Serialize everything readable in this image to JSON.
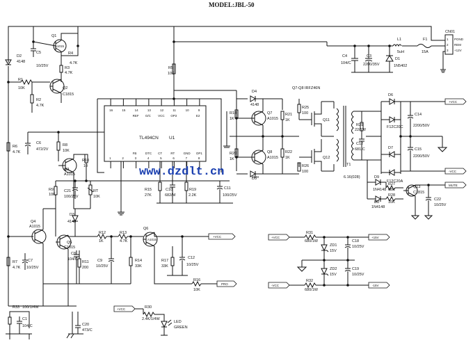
{
  "title": "MODEL:JBL-50",
  "watermark": "www.dzdlt.cn",
  "ic": {
    "name": "TL494CN",
    "ref": "U1"
  },
  "pins_top": [
    "16",
    "15",
    "14",
    "13",
    "12",
    "11",
    "10",
    "9"
  ],
  "pins_top_names": [
    "",
    "",
    "REF",
    "O/C",
    "VCC",
    "OP2",
    "",
    "E2"
  ],
  "pins_bot": [
    "1",
    "2",
    "3",
    "4",
    "5",
    "6",
    "7",
    "8"
  ],
  "pins_bot_names": [
    "",
    "",
    "FB",
    "DTC",
    "CT",
    "RT",
    "GND",
    "OP1"
  ],
  "connector": {
    "ref": "CN01",
    "pins": [
      "1",
      "2",
      "3"
    ],
    "labels": [
      "POND",
      "REM",
      "+12V"
    ]
  },
  "note_q7q8": "Q7-Q8 IRFZ46N",
  "labels": {
    "q1": "Q1",
    "q1v": "A1015",
    "c5": "C5",
    "c5v": "10/25V",
    "r3": "R3",
    "r3v": "4.7K",
    "r4": "R4",
    "r4v": "4.7K",
    "d2": "D2",
    "d2v": "4148",
    "r1": "R1",
    "r1v": "10K",
    "r2": "R2",
    "r2v": "4.7K",
    "q2": "Q2",
    "q2v": "C1815",
    "r5": "R5",
    "r5v": "100",
    "c4": "C4",
    "c4v": "104/C",
    "c3": "C3",
    "c3v": "2200/35V",
    "d1": "D1",
    "d1v": "1N5402",
    "l1": "L1",
    "l1v": "5uH",
    "f1": "F1",
    "f1v": "15A",
    "r6": "R6",
    "r6v": "4.7K",
    "c6": "C6",
    "c6v": "472/2V",
    "r8": "R8",
    "r8v": "10K",
    "q3": "Q3",
    "q3v": "A1015",
    "r10": "R10",
    "r10v": "10",
    "rt": "RT",
    "rtv": "10K",
    "r9": "R9",
    "r9v": "10K",
    "c21": "C21",
    "c21v": "100/25V",
    "r15": "R15",
    "r15v": "27K",
    "c10": "C10",
    "c10v": "682/M",
    "r19": "R19",
    "r19v": "2.2K",
    "c11": "C11",
    "c11v": "100/25V",
    "d4": "D4",
    "d4v": "4148",
    "r18": "R18",
    "r18v": "1K",
    "q7": "Q7",
    "q7v": "A1015",
    "r21": "R21",
    "r21v": "1K",
    "r20": "R20",
    "r20v": "1K",
    "q8": "Q8",
    "q8v": "A1015",
    "r22": "R22",
    "r22v": "1K",
    "d5": "D5",
    "d5v": "4148",
    "r25": "R25",
    "r25v": "100",
    "r26": "R26",
    "r26v": "100",
    "q11": "Q11",
    "q12": "Q12",
    "t1": "T1",
    "t1v": "6.16(028)",
    "r29": "R29",
    "r29v": "22/1W",
    "c12": "C12",
    "c12v": "681/C",
    "d6": "D6",
    "d6v": "F12C20C",
    "d7": "D7",
    "d7v": "F12C20A",
    "c14": "C14",
    "c14v": "2200/50V",
    "c15": "C15",
    "c15v": "2200/50V",
    "vcc_p": "+VCC",
    "vcc_m": "-VCC",
    "mute": "MUTE",
    "d9": "D9",
    "d9v": "1N4148",
    "d8": "D8",
    "d8v": "1N4148",
    "r27": "R27",
    "r27v": "68K",
    "r28": "R28",
    "r28v": "10K",
    "q13": "Q13",
    "q13v": "C1815",
    "c22": "C22",
    "c22v": "10/25V",
    "q4": "Q4",
    "q4v": "A1015",
    "d3": "D3",
    "d3v": "4148",
    "q5": "Q5",
    "q5v": "C1815",
    "r12": "R12",
    "r12v": "1K",
    "r13": "R13",
    "r13v": "4.7K",
    "q6": "Q6",
    "q6v": "A1015",
    "r7": "R7",
    "r7v": "4.7K",
    "c7": "C7",
    "c7v": "10/25V",
    "c8": "C8",
    "c8v": "104/C",
    "r11": "R11",
    "r11v": "200",
    "c9": "C9",
    "c9v": "10/25V",
    "r14": "R14",
    "r14v": "33K",
    "r17": "R17",
    "r17v": "33K",
    "c12b": "C12",
    "c12bv": "10/25V",
    "r16": "R16",
    "r16v": "10K",
    "pro": "PRO",
    "r31": "R31",
    "r31v": "680/1W",
    "zd1": "ZD1",
    "zd1v": "15V",
    "c18": "C18",
    "c18v": "10/25V",
    "zd2": "ZD2",
    "zd2v": "15V",
    "c19": "C19",
    "c19v": "10/25V",
    "r32": "R32",
    "r32v": "680/1W",
    "p15": "+15V",
    "m15": "-15V",
    "r33": "R33",
    "r33v": "100/1/4W",
    "c1": "C1",
    "c1v": "104/C",
    "c20": "C20",
    "c20v": "473/C",
    "r30": "R30",
    "r30v": "2.4K/1/4W",
    "led": "LED",
    "ledv": "GREEN"
  }
}
